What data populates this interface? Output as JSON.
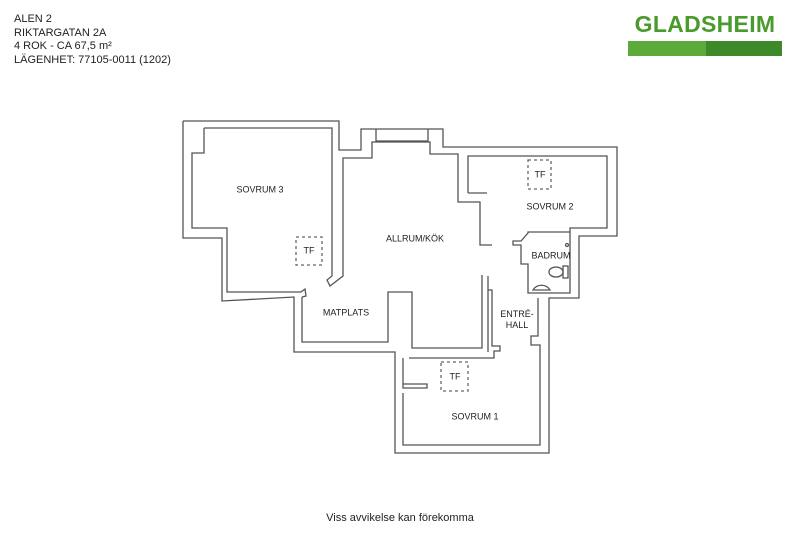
{
  "header": {
    "lines": [
      "ALEN 2",
      "RIKTARGATAN 2A",
      "4 ROK - CA 67,5 m²",
      "LÄGENHET:  77105-0011 (1202)"
    ]
  },
  "logo": {
    "text": "GLADSHEIM",
    "colors": {
      "text": "#4a9a2e",
      "bar_light": "#5cab3a",
      "bar_dark": "#3e8a2a"
    }
  },
  "plan": {
    "rooms": {
      "sovrum3": "SOVRUM 3",
      "allrum": "ALLRUM/KÖK",
      "sovrum2": "SOVRUM 2",
      "badrum": "BADRUM",
      "matplats": "MATPLATS",
      "entre": "ENTRÉ-\nHALL",
      "sovrum1": "SOVRUM 1"
    },
    "tf_label": "TF"
  },
  "footer": {
    "text": "Viss avvikelse kan förekomma"
  }
}
